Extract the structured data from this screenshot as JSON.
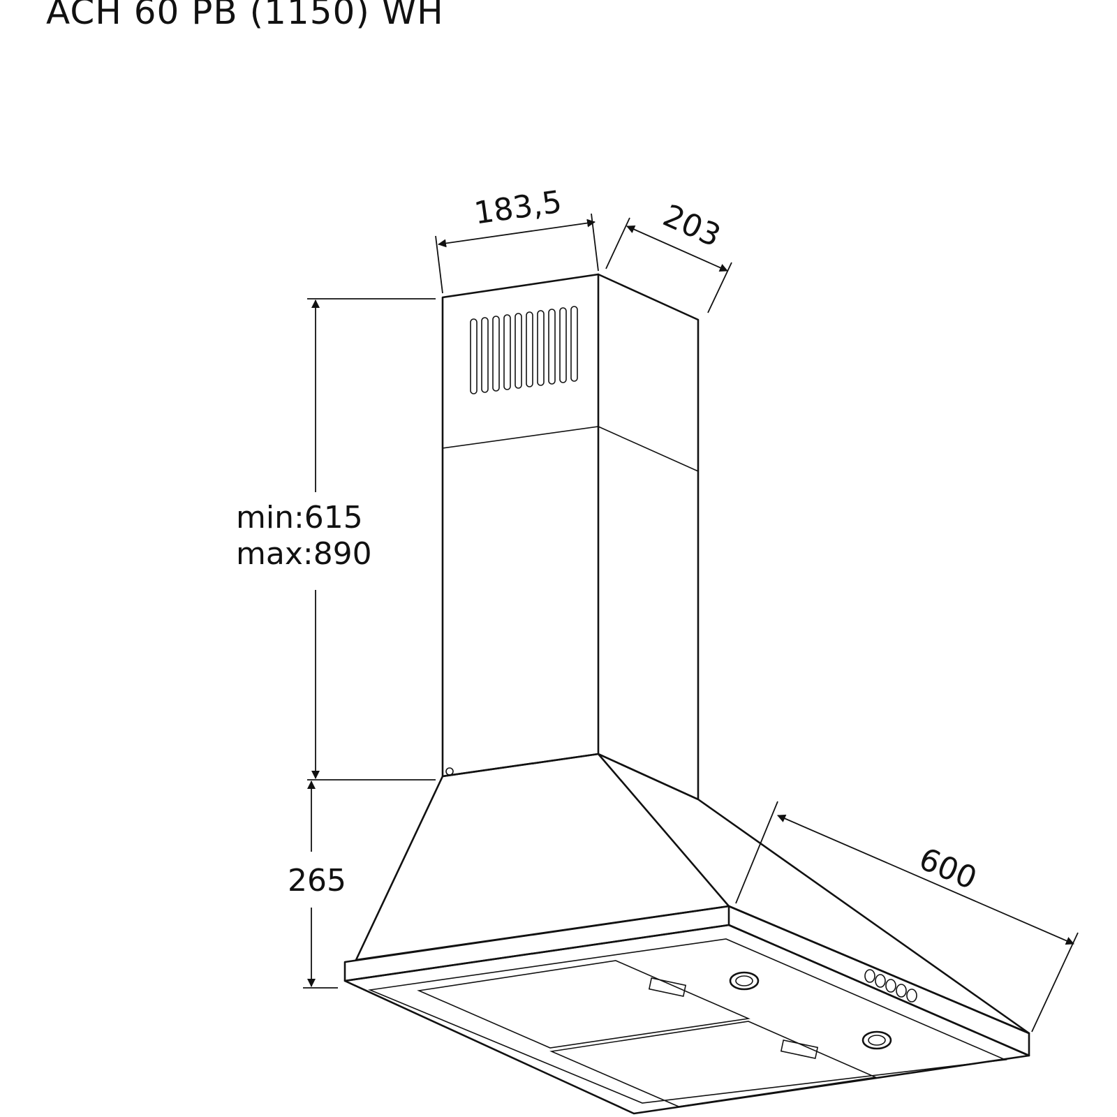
{
  "title": "ACH 60 PB (1150) WH",
  "dimensions": {
    "chimney_width": "183,5",
    "chimney_depth": "203",
    "chimney_height_min": "min:615",
    "chimney_height_max": "max:890",
    "hood_height": "265",
    "hood_width": "600"
  },
  "colors": {
    "line": "#111111",
    "background": "#ffffff"
  }
}
